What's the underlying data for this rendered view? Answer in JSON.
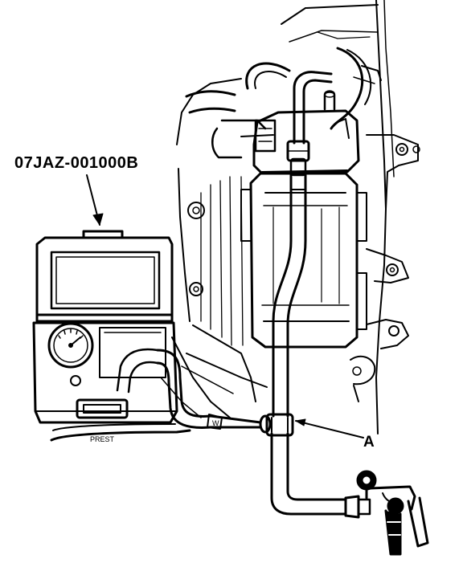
{
  "labels": {
    "tool_number": "07JAZ-001000B",
    "callout_a": "A"
  },
  "markings": {
    "tester_hose_print": "PREST",
    "hose_tag": "W"
  },
  "colors": {
    "ink": "#000000",
    "paper": "#ffffff"
  },
  "icons": {
    "tester": "pressure-tester-icon",
    "gauge": "pressure-gauge-icon",
    "pump": "hand-vacuum-pump-icon",
    "canister": "evap-canister-icon",
    "clamp": "hose-clamp-icon"
  }
}
